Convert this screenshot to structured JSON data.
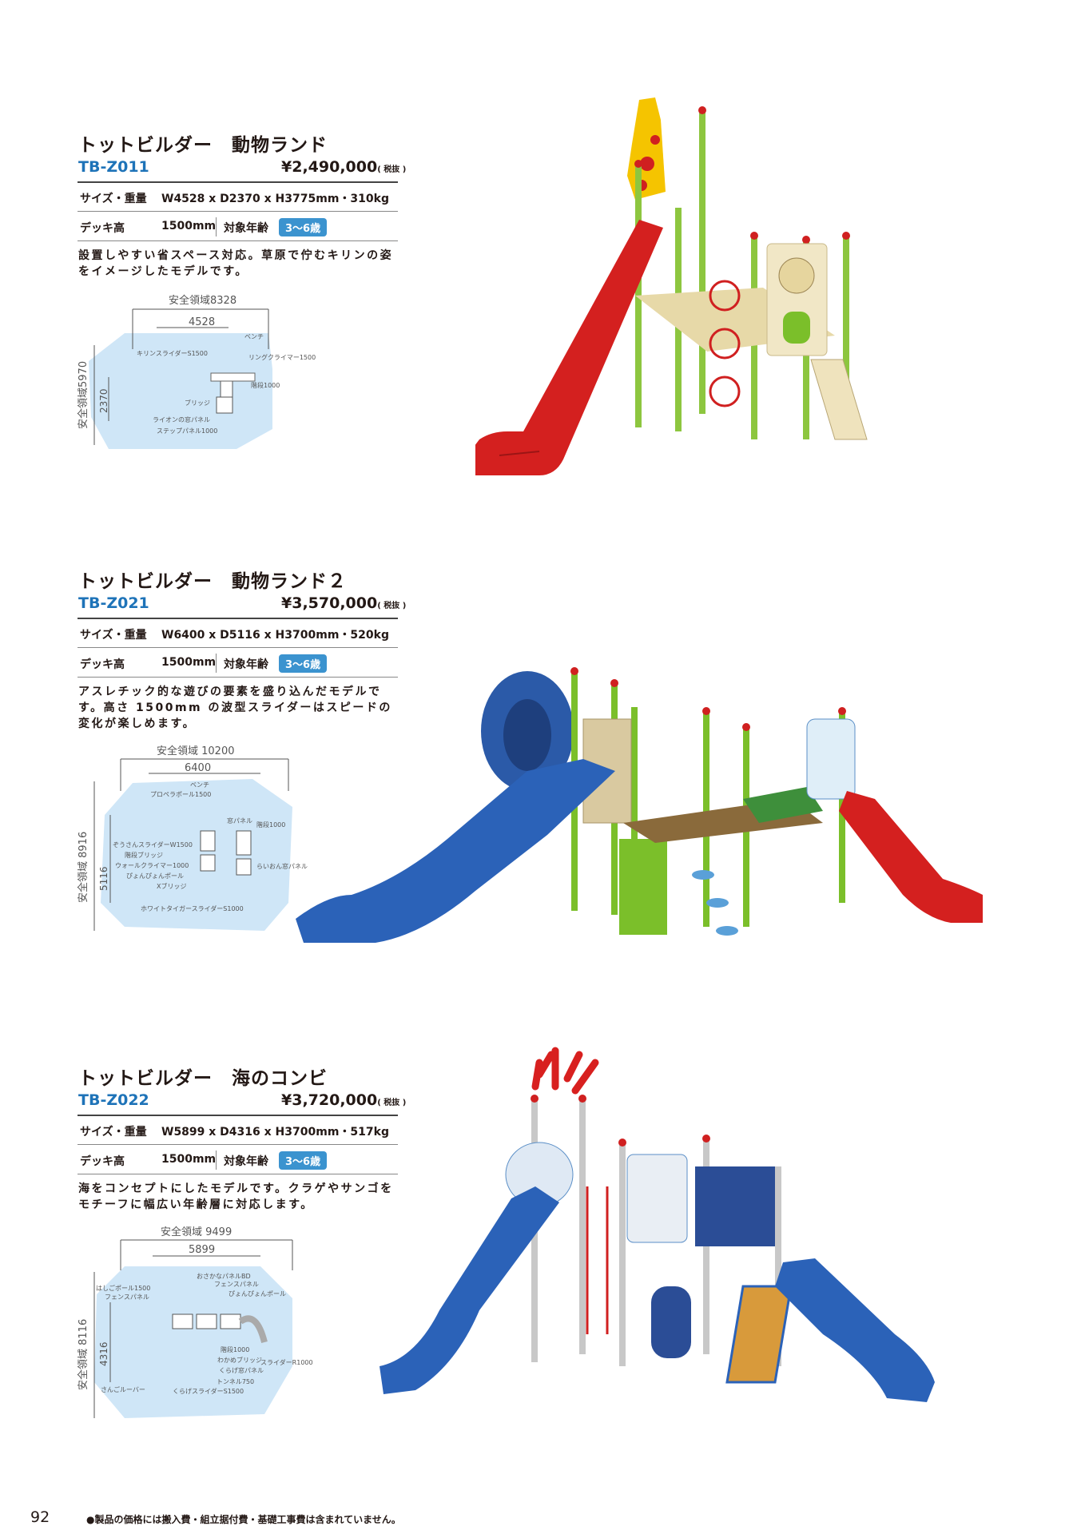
{
  "products": [
    {
      "title": "トットビルダー　動物ランド",
      "code": "TB-Z011",
      "price": "¥2,490,000",
      "tax": "( 税抜 )",
      "size_label": "サイズ・重量",
      "size_value": "W4528 x D2370 x H3775mm・310kg",
      "deck_label": "デッキ高",
      "deck_value": "1500mm",
      "age_label": "対象年齢",
      "age_value": "3〜6歳",
      "description": "設置しやすい省スペース対応。草原で佇むキリンの姿をイメージしたモデルです。",
      "diagram": {
        "safety_width": "安全領域8328",
        "width": "4528",
        "safety_depth": "安全領域5970",
        "depth": "2370",
        "labels": [
          "ベンチ",
          "キリンスライダーS1500",
          "リングクライマー1500",
          "階段1000",
          "ブリッジ",
          "ライオンの窓パネル",
          "ステップパネル1000"
        ]
      }
    },
    {
      "title": "トットビルダー　動物ランド２",
      "code": "TB-Z021",
      "price": "¥3,570,000",
      "tax": "( 税抜 )",
      "size_label": "サイズ・重量",
      "size_value": "W6400 x D5116 x H3700mm・520kg",
      "deck_label": "デッキ高",
      "deck_value": "1500mm",
      "age_label": "対象年齢",
      "age_value": "3〜6歳",
      "description": "アスレチック的な遊びの要素を盛り込んだモデルです。高さ 1500mm の波型スライダーはスピードの変化が楽しめます。",
      "diagram": {
        "safety_width": "安全領域 10200",
        "width": "6400",
        "safety_depth": "安全領域 8916",
        "depth": "5116",
        "labels": [
          "ベンチ",
          "プロペラポール1500",
          "窓パネル",
          "階段1000",
          "ぞうさんスライダーW1500",
          "階段ブリッジ",
          "ウォールクライマー1000",
          "ぴょんぴょんポール",
          "Xブリッジ",
          "らいおん窓パネル",
          "ホワイトタイガースライダーS1000"
        ]
      }
    },
    {
      "title": "トットビルダー　海のコンビ",
      "code": "TB-Z022",
      "price": "¥3,720,000",
      "tax": "( 税抜 )",
      "size_label": "サイズ・重量",
      "size_value": "W5899 x D4316 x H3700mm・517kg",
      "deck_label": "デッキ高",
      "deck_value": "1500mm",
      "age_label": "対象年齢",
      "age_value": "3〜6歳",
      "description": "海をコンセプトにしたモデルです。クラゲやサンゴをモチーフに幅広い年齢層に対応します。",
      "diagram": {
        "safety_width": "安全領域 9499",
        "width": "5899",
        "safety_depth": "安全領域 8116",
        "depth": "4316",
        "labels": [
          "おさかなパネルBD",
          "フェンスパネル",
          "ぴょんぴょんポール",
          "はしごポール1500",
          "フェンスパネル",
          "階段1000",
          "わかめブリッジ",
          "くらげ窓パネル",
          "スライダーR1000",
          "トンネル750",
          "さんごルーバー",
          "くらげスライダーS1500"
        ]
      }
    }
  ],
  "footer": {
    "page_number": "92",
    "note": "●製品の価格には搬入費・組立据付費・基礎工事費は含まれていません。"
  },
  "colors": {
    "accent_blue": "#1e73b8",
    "age_badge": "#3b93cf",
    "safety_area": "#cfe6f7"
  }
}
